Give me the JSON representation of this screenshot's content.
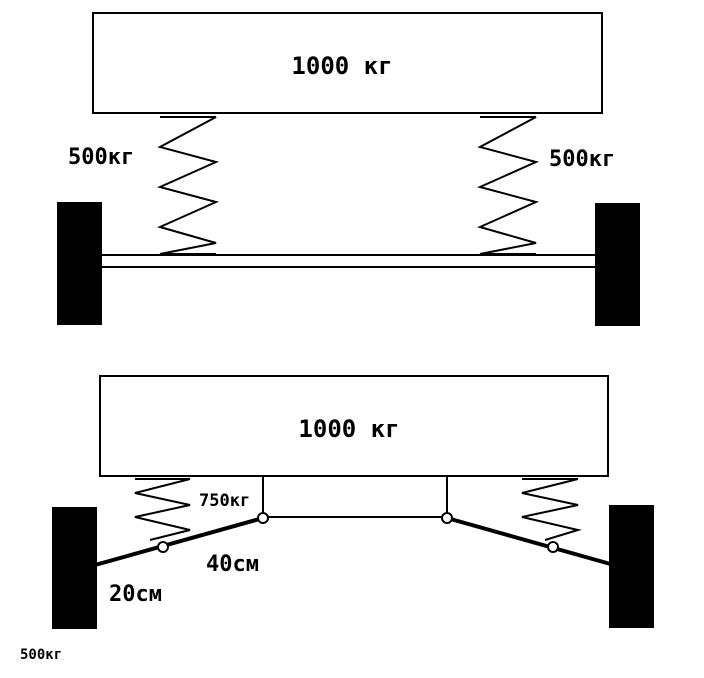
{
  "top_diagram": {
    "body_label": "1000 кг",
    "left_spring_label": "500кг",
    "right_spring_label": "500кг"
  },
  "bottom_diagram": {
    "body_label": "1000 кг",
    "inner_load_label": "750кг",
    "long_arm_label": "40см",
    "short_arm_label": "20см",
    "corner_label": "500кг"
  },
  "colors": {
    "ink": "#000000",
    "paper": "#ffffff"
  }
}
